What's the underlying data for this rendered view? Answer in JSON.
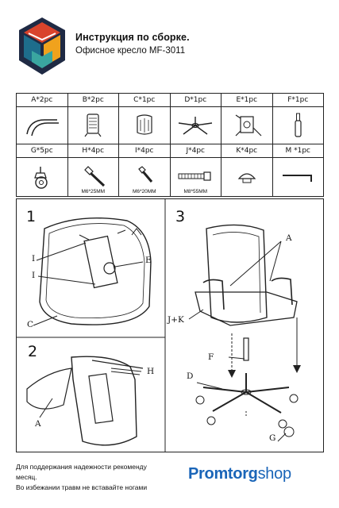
{
  "header": {
    "title": "Инструкция по сборке.",
    "subtitle": "Офисное кресло MF-3011"
  },
  "parts_row1": [
    {
      "label": "A*2pc",
      "icon": "armrest-icon"
    },
    {
      "label": "B*2pc",
      "icon": "armrest-pad-icon"
    },
    {
      "label": "C*1pc",
      "icon": "seat-icon"
    },
    {
      "label": "D*1pc",
      "icon": "base-icon"
    },
    {
      "label": "E*1pc",
      "icon": "mechanism-icon"
    },
    {
      "label": "F*1pc",
      "icon": "gas-lift-icon"
    }
  ],
  "parts_row2": [
    {
      "label": "G*5pc",
      "icon": "caster-icon",
      "dim": ""
    },
    {
      "label": "H*4pc",
      "icon": "bolt-long-icon",
      "dim": "M6*25MM"
    },
    {
      "label": "I*4pc",
      "icon": "bolt-short-icon",
      "dim": "M6*20MM"
    },
    {
      "label": "J*4pc",
      "icon": "bolt-threaded-icon",
      "dim": "M8*55MM"
    },
    {
      "label": "K*4pc",
      "icon": "cap-icon",
      "dim": ""
    },
    {
      "label": "M *1pc",
      "icon": "hex-key-icon",
      "dim": ""
    }
  ],
  "steps": {
    "s1": {
      "number": "1",
      "callouts": [
        "I",
        "I",
        "E",
        "C"
      ]
    },
    "s2": {
      "number": "2",
      "callouts": [
        "H",
        "A"
      ]
    },
    "s3": {
      "number": "3",
      "callouts": [
        "A",
        "J+K",
        "F",
        "D",
        "G"
      ]
    }
  },
  "footer": {
    "line1": "Для поддержания надежности рекоменду",
    "line2": "месяц.",
    "line3": "Во избежании травм не вставайте ногами"
  },
  "brand": {
    "part1": "Promtorg",
    "part2": "shop",
    "color": "#1a65b8"
  },
  "logo_colors": {
    "top": "#d9442c",
    "left": "#1e6d8c",
    "right": "#f0a21d",
    "bottom": "#3aa6a0",
    "frame": "#1f2a44"
  }
}
